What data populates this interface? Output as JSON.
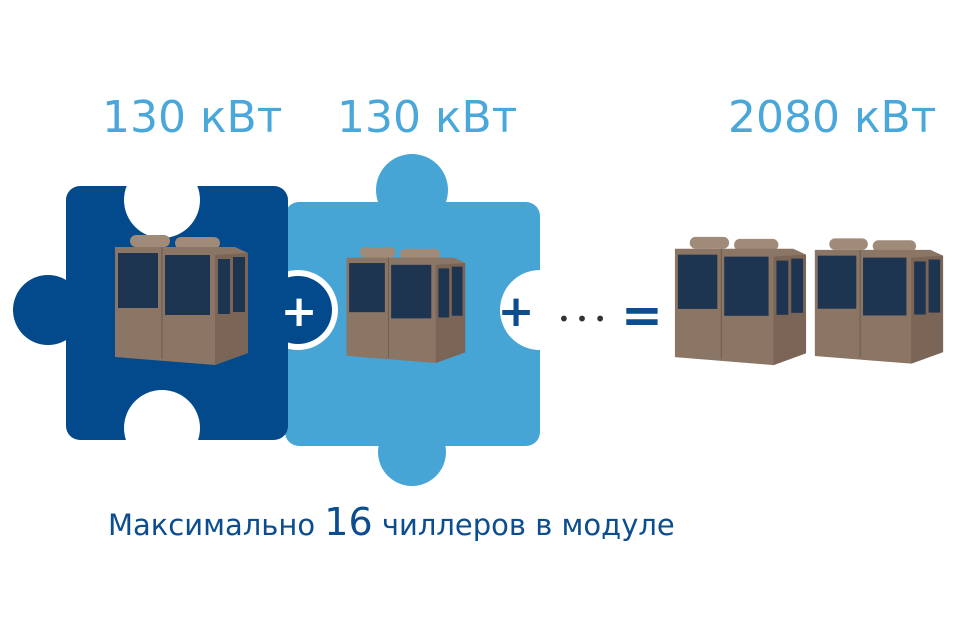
{
  "labels": {
    "first": "130 кВт",
    "second": "130 кВт",
    "total": "2080 кВт"
  },
  "operators": {
    "plus1": "+",
    "plus2": "+",
    "ellipsis": "• • •",
    "equals": "="
  },
  "footer": {
    "before": "Максимально ",
    "number": "16",
    "after": " чиллеров в модуле"
  },
  "colors": {
    "dark_blue": "#034a8c",
    "light_blue": "#47a5d6",
    "chiller_body": "#8b7565"
  }
}
